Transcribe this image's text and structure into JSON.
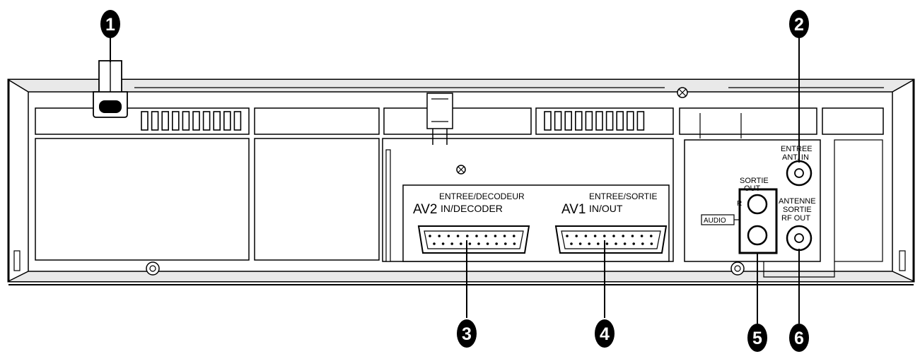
{
  "callouts": [
    "1",
    "2",
    "3",
    "4",
    "5",
    "6"
  ],
  "av2": {
    "name": "AV2",
    "line1": "ENTREE/DECODEUR",
    "line2": "IN/DECODER"
  },
  "av1": {
    "name": "AV1",
    "line1": "ENTREE/SORTIE",
    "line2": "IN/OUT"
  },
  "ant_in": {
    "line1": "ENTREE",
    "line2": "ANT. IN"
  },
  "rf_out": {
    "line1": "ANTENNE",
    "line2": "SORTIE",
    "line3": "RF OUT"
  },
  "audio_out": {
    "line1": "SORTIE",
    "line2": "OUT",
    "channel_r": "R"
  },
  "audio_label": "AUDIO",
  "colors": {
    "ink": "#000000",
    "panel": "#ffffff",
    "bevel": "#e9e9e9"
  }
}
